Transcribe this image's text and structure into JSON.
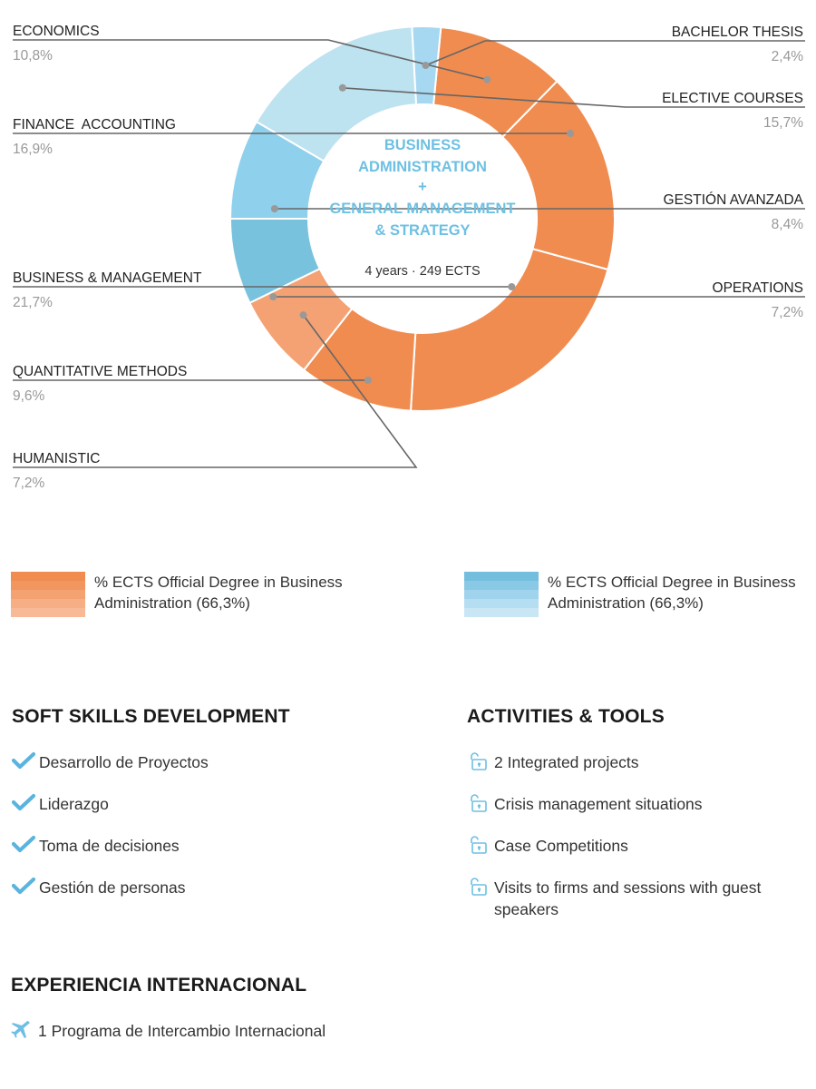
{
  "chart_data": {
    "type": "pie",
    "center": {
      "title_lines": [
        "BUSINESS",
        "ADMINISTRATION",
        "+",
        "GENERAL MANAGEMENT",
        "& STRATEGY"
      ],
      "subtitle": "4 years · 249 ECTS"
    },
    "slices": [
      {
        "label": "ECONOMICS",
        "value_label": "10,8%",
        "value": 10.8,
        "color": "#f08c50"
      },
      {
        "label": "FINANCE  ACCOUNTING",
        "value_label": "16,9%",
        "value": 16.9,
        "color": "#f08c50"
      },
      {
        "label": "BUSINESS & MANAGEMENT",
        "value_label": "21,7%",
        "value": 21.7,
        "color": "#f08c50"
      },
      {
        "label": "QUANTITATIVE METHODS",
        "value_label": "9,6%",
        "value": 9.6,
        "color": "#f08c50"
      },
      {
        "label": "HUMANISTIC",
        "value_label": "7,2%",
        "value": 7.2,
        "color": "#f4a274"
      },
      {
        "label": "OPERATIONS",
        "value_label": "7,2%",
        "value": 7.2,
        "color": "#78c2de"
      },
      {
        "label": "GESTIÓN AVANZADA",
        "value_label": "8,4%",
        "value": 8.4,
        "color": "#8fd0ec"
      },
      {
        "label": "ELECTIVE COURSES",
        "value_label": "15,7%",
        "value": 15.7,
        "color": "#bde2f0"
      },
      {
        "label": "BACHELOR THESIS",
        "value_label": "2,4%",
        "value": 2.4,
        "color": "#a6d8f2"
      }
    ]
  },
  "colors": {
    "orange_shades": [
      "#f08c50",
      "#f29660",
      "#f4a272",
      "#f6ae84",
      "#f8ba96"
    ],
    "blue_shades": [
      "#73bedd",
      "#89c9e6",
      "#a0d4ec",
      "#b6def2",
      "#c9e6f4"
    ],
    "center_title": "#6ec0e2",
    "leader": "#666666",
    "dot": "#999999",
    "check": "#5ab4df",
    "lock": "#6dbfe3",
    "plane": "#6dbfe3"
  },
  "legend": {
    "orange_text": "% ECTS Official Degree in Business Administration (66,3%)",
    "blue_text": "% ECTS Official Degree in Business Administration (66,3%)"
  },
  "soft_skills": {
    "title": "SOFT SKILLS DEVELOPMENT",
    "icon": "check-icon",
    "items": [
      "Desarrollo de Proyectos",
      "Liderazgo",
      "Toma de decisiones",
      "Gestión de personas"
    ]
  },
  "activities": {
    "title": "ACTIVITIES & TOOLS",
    "icon": "lock-icon",
    "items": [
      "2 Integrated projects",
      "Crisis management situations",
      "Case Competitions",
      "Visits to firms and sessions with guest speakers"
    ]
  },
  "international": {
    "title": "EXPERIENCIA INTERNACIONAL",
    "icon": "plane-icon",
    "items": [
      "1 Programa de Intercambio Internacional"
    ]
  }
}
